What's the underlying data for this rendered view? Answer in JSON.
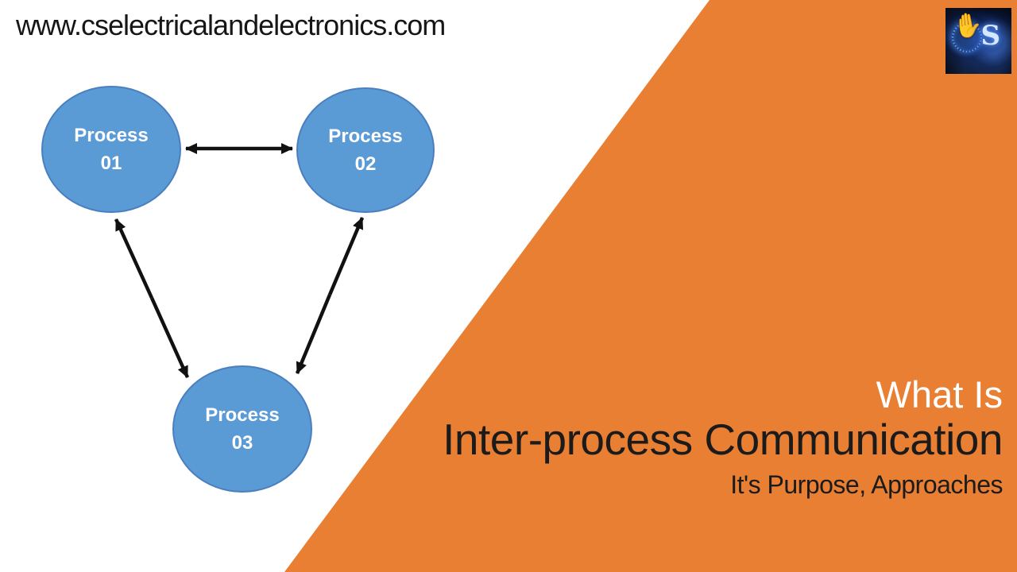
{
  "page": {
    "url_text": "www.cselectricalandelectronics.com"
  },
  "diagram": {
    "nodes": [
      {
        "name": "Process 01",
        "line1": "Process",
        "line2": "01"
      },
      {
        "name": "Process 02",
        "line1": "Process",
        "line2": "02"
      },
      {
        "name": "Process 03",
        "line1": "Process",
        "line2": "03"
      }
    ],
    "edges": [
      {
        "from": "Process 01",
        "to": "Process 02",
        "style": "double-headed-arrow"
      },
      {
        "from": "Process 01",
        "to": "Process 03",
        "style": "double-headed-arrow"
      },
      {
        "from": "Process 02",
        "to": "Process 03",
        "style": "double-headed-arrow"
      }
    ],
    "node_fill_color": "#5B9BD5",
    "node_border_color": "#4A7FBF",
    "node_text_color": "#FFFFFF",
    "arrow_color": "#111111"
  },
  "title_block": {
    "line1": "What Is",
    "line2": "Inter-process Communication",
    "line3": "It's Purpose, Approaches",
    "line1_color": "#FFFFFF",
    "line2_color": "#1B1B1B",
    "line3_color": "#1B1B1B"
  },
  "branding": {
    "logo_letter_s": "S"
  },
  "colors": {
    "accent_orange": "#E87F33",
    "background": "#FFFFFF",
    "url_text_color": "#161616"
  }
}
